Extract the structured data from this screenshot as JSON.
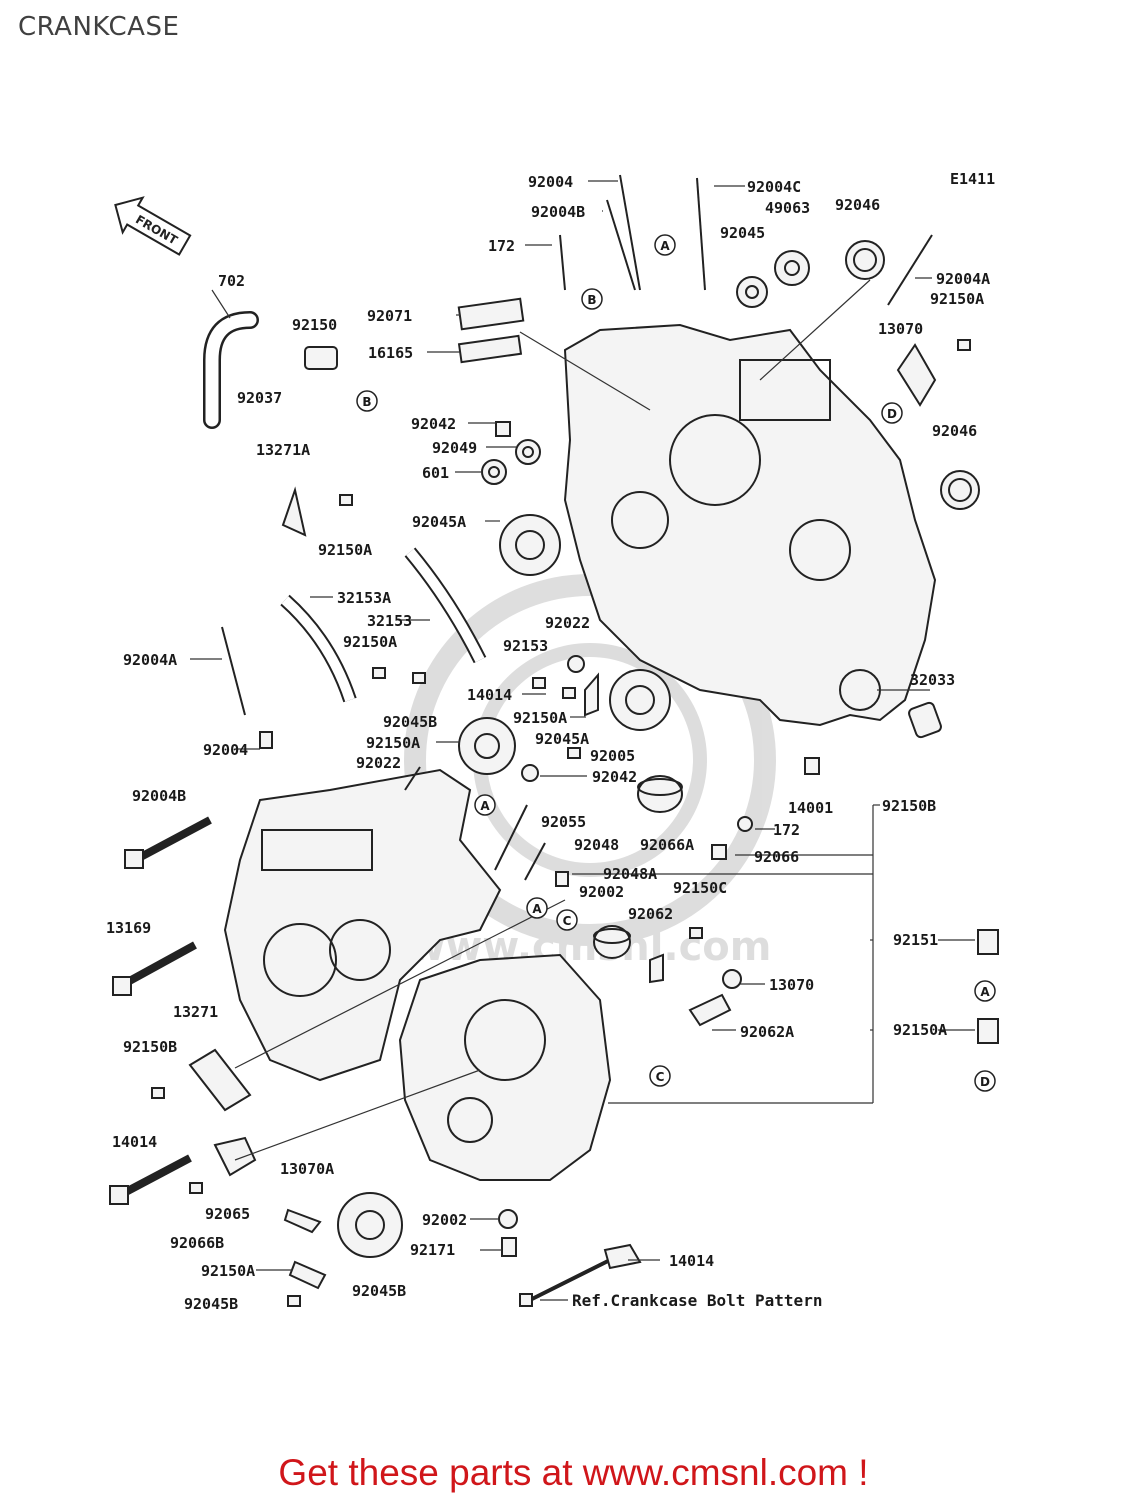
{
  "page": {
    "title": "CRANKCASE",
    "footer": "Get these parts at www.cmsnl.com !"
  },
  "diagram": {
    "code": "E1411",
    "front_label": "FRONT",
    "watermark": "www.cmsnl.com",
    "reference_note": "Ref.Crankcase Bolt Pattern",
    "callouts": [
      {
        "id": "c01",
        "text": "92004"
      },
      {
        "id": "c02",
        "text": "92004C"
      },
      {
        "id": "c03",
        "text": "92004B"
      },
      {
        "id": "c04",
        "text": "49063"
      },
      {
        "id": "c05",
        "text": "92046"
      },
      {
        "id": "c06",
        "text": "172"
      },
      {
        "id": "c07",
        "text": "92045"
      },
      {
        "id": "c08",
        "text": "92004A"
      },
      {
        "id": "c09",
        "text": "92150A"
      },
      {
        "id": "c10",
        "text": "702"
      },
      {
        "id": "c11",
        "text": "92150"
      },
      {
        "id": "c12",
        "text": "92071"
      },
      {
        "id": "c13",
        "text": "13070"
      },
      {
        "id": "c14",
        "text": "16165"
      },
      {
        "id": "c15",
        "text": "92037"
      },
      {
        "id": "c16",
        "text": "92042"
      },
      {
        "id": "c17",
        "text": "92049"
      },
      {
        "id": "c18",
        "text": "92046"
      },
      {
        "id": "c19",
        "text": "601"
      },
      {
        "id": "c20",
        "text": "13271A"
      },
      {
        "id": "c21",
        "text": "92045A"
      },
      {
        "id": "c22",
        "text": "92150A"
      },
      {
        "id": "c23",
        "text": "32153A"
      },
      {
        "id": "c24",
        "text": "32153"
      },
      {
        "id": "c25",
        "text": "92022"
      },
      {
        "id": "c26",
        "text": "92150A"
      },
      {
        "id": "c27",
        "text": "92004A"
      },
      {
        "id": "c28",
        "text": "92153"
      },
      {
        "id": "c29",
        "text": "32033"
      },
      {
        "id": "c30",
        "text": "14014"
      },
      {
        "id": "c31",
        "text": "92150A"
      },
      {
        "id": "c32",
        "text": "92045B"
      },
      {
        "id": "c33",
        "text": "92045A"
      },
      {
        "id": "c34",
        "text": "92150A"
      },
      {
        "id": "c35",
        "text": "92005"
      },
      {
        "id": "c36",
        "text": "92004"
      },
      {
        "id": "c37",
        "text": "92022"
      },
      {
        "id": "c38",
        "text": "92042"
      },
      {
        "id": "c39",
        "text": "14001"
      },
      {
        "id": "c40",
        "text": "92150B"
      },
      {
        "id": "c41",
        "text": "92004B"
      },
      {
        "id": "c42",
        "text": "92055"
      },
      {
        "id": "c43",
        "text": "172"
      },
      {
        "id": "c44",
        "text": "92048"
      },
      {
        "id": "c45",
        "text": "92066A"
      },
      {
        "id": "c46",
        "text": "92066"
      },
      {
        "id": "c47",
        "text": "92048A"
      },
      {
        "id": "c48",
        "text": "92002"
      },
      {
        "id": "c49",
        "text": "92150C"
      },
      {
        "id": "c50",
        "text": "13169"
      },
      {
        "id": "c51",
        "text": "92062"
      },
      {
        "id": "c52",
        "text": "92151"
      },
      {
        "id": "c53",
        "text": "13070"
      },
      {
        "id": "c54",
        "text": "13271"
      },
      {
        "id": "c55",
        "text": "92062A"
      },
      {
        "id": "c56",
        "text": "92150A"
      },
      {
        "id": "c57",
        "text": "92150B"
      },
      {
        "id": "c58",
        "text": "14014"
      },
      {
        "id": "c59",
        "text": "13070A"
      },
      {
        "id": "c60",
        "text": "92065"
      },
      {
        "id": "c61",
        "text": "92002"
      },
      {
        "id": "c62",
        "text": "92066B"
      },
      {
        "id": "c63",
        "text": "92171"
      },
      {
        "id": "c64",
        "text": "14014"
      },
      {
        "id": "c65",
        "text": "92150A"
      },
      {
        "id": "c66",
        "text": "92045B"
      }
    ],
    "circle_refs": [
      {
        "id": "r01",
        "text": "A"
      },
      {
        "id": "r02",
        "text": "B"
      },
      {
        "id": "r03",
        "text": "B"
      },
      {
        "id": "r04",
        "text": "D"
      },
      {
        "id": "r05",
        "text": "A"
      },
      {
        "id": "r06",
        "text": "A"
      },
      {
        "id": "r07",
        "text": "C"
      },
      {
        "id": "r08",
        "text": "A"
      },
      {
        "id": "r09",
        "text": "C"
      },
      {
        "id": "r10",
        "text": "D"
      }
    ]
  }
}
